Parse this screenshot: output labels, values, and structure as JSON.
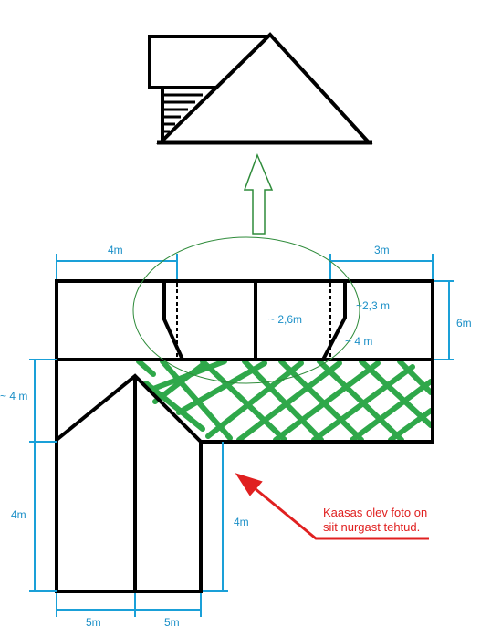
{
  "dimensions": {
    "top_left_width": "4m",
    "top_right_width": "3m",
    "right_height": "6m",
    "inner_width_a": "~ 2,6m",
    "inner_width_b": "~2,3 m",
    "inner_diag": "~ 4 m",
    "left_upper_height": "~ 4 m",
    "left_lower_height": "4m",
    "inner_corner_height": "4m",
    "bottom_left_width": "5m",
    "bottom_right_width": "5m"
  },
  "note": {
    "line1": "Kaasas olev foto on",
    "line2": "siit nurgast tehtud."
  },
  "colors": {
    "outline": "#000000",
    "dimension": "#1aa0d8",
    "hatch": "#2fa84a",
    "ellipse": "#2e8b3a",
    "arrow_up": "#2e8b3a",
    "note": "#e02020"
  }
}
